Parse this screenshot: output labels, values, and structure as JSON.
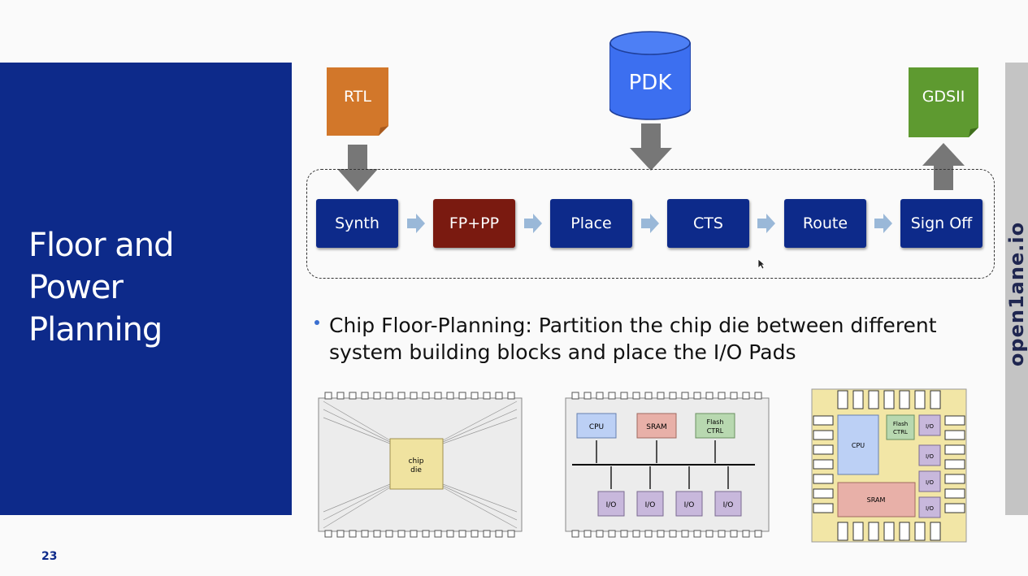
{
  "slide": {
    "title_lines": [
      "Floor and",
      "Power",
      "Planning"
    ],
    "number": "23",
    "brand": "open1ane.io"
  },
  "flow": {
    "inputs": {
      "rtl": "RTL",
      "pdk": "PDK",
      "output": "GDSII"
    },
    "stages": [
      "Synth",
      "FP+PP",
      "Place",
      "CTS",
      "Route",
      "Sign Off"
    ],
    "highlight_stage": "FP+PP"
  },
  "bullet": {
    "lines": [
      "Chip Floor-Planning: Partition the chip die between different",
      "system building blocks and place the I/O Pads"
    ]
  },
  "figures": {
    "die": {
      "label_line1": "chip",
      "label_line2": "die"
    },
    "bus": {
      "cpu": "CPU",
      "sram": "SRAM",
      "flash1": "Flash",
      "flash2": "CTRL",
      "io": "I/O"
    },
    "layout": {
      "cpu": "CPU",
      "sram": "SRAM",
      "flash1": "Flash",
      "flash2": "CTRL",
      "io": "I/O"
    }
  },
  "colors": {
    "panel": "#0d2a8a",
    "stage": "#0d2a8a",
    "stage_highlight": "#7a1a10",
    "rtl": "#d2772a",
    "pdk": "#3c6ff0",
    "gdsii": "#5e9a30"
  }
}
